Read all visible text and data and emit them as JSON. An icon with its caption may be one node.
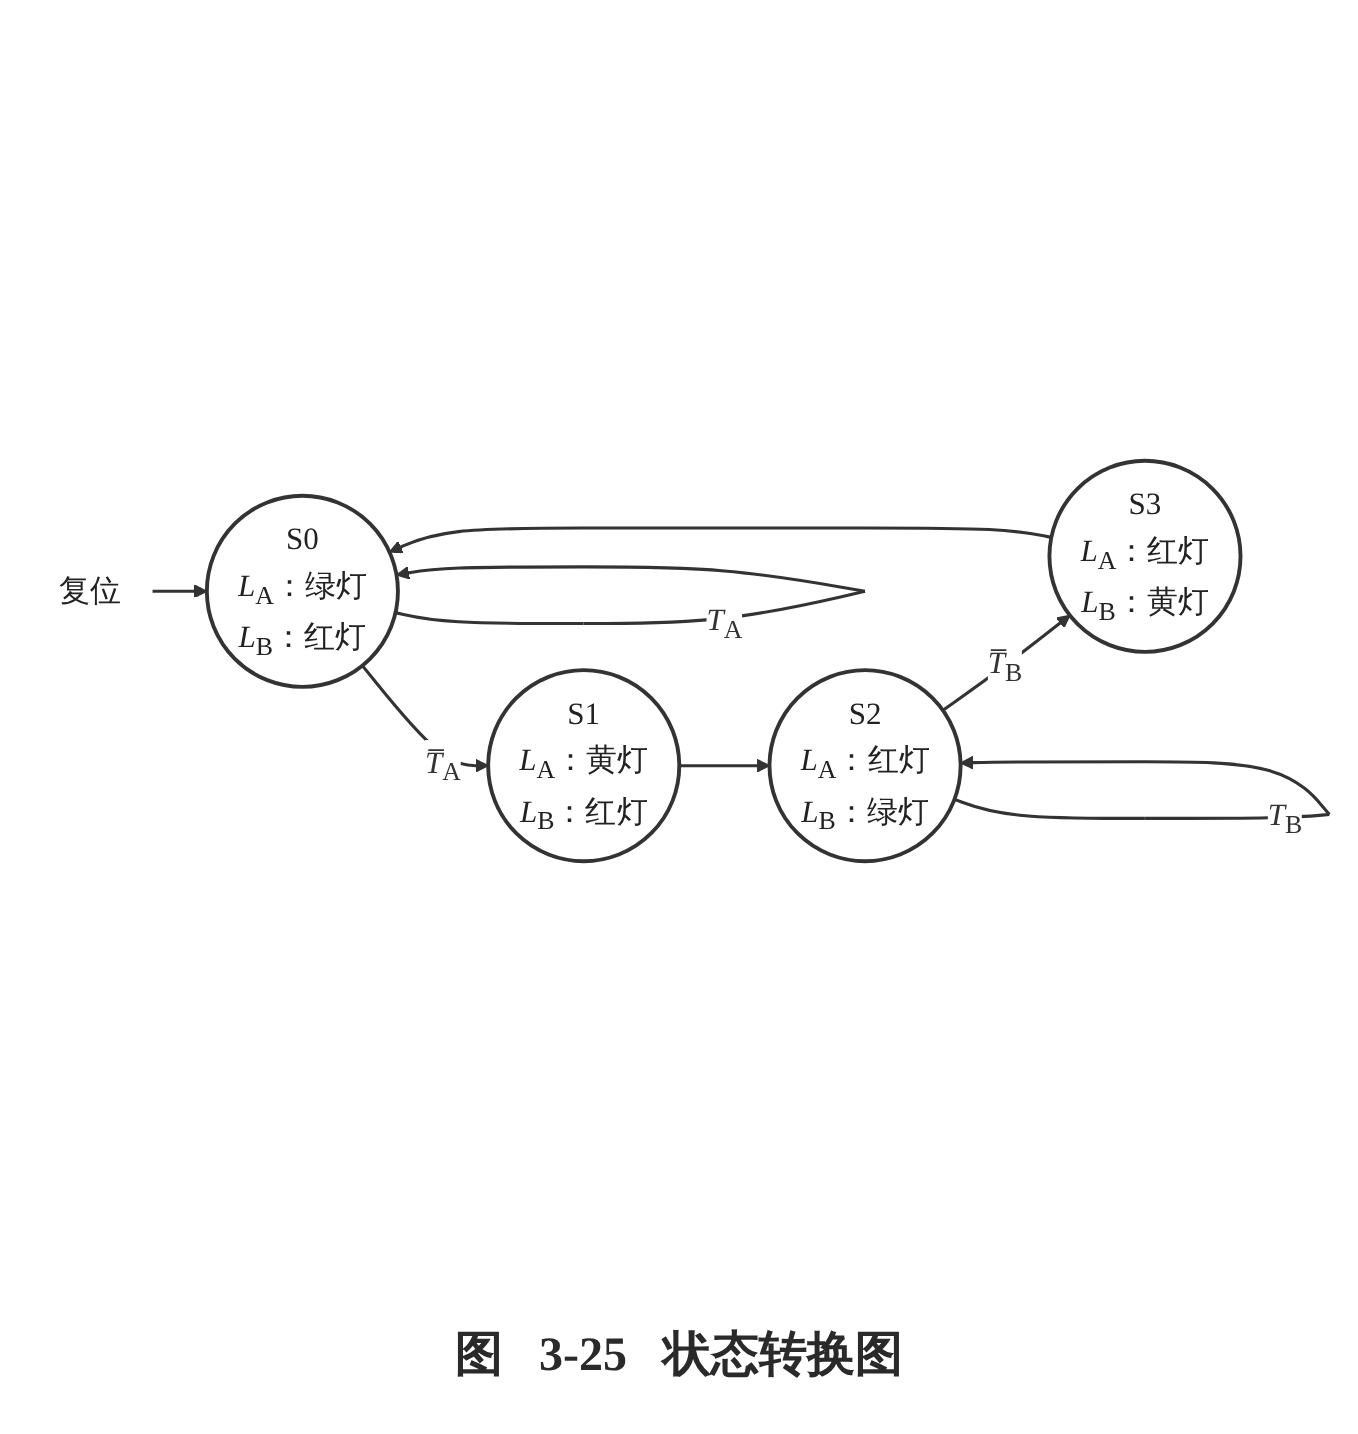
{
  "diagram": {
    "caption": "图 3-25 状态转换图",
    "nodes": [
      {
        "text": [
          "复位"
        ]
      },
      {
        "text": [
          "S0",
          "*L*$_{A}$：绿灯",
          "*L*$_{B}$：红灯"
        ]
      },
      {
        "text": [
          "S1",
          "*L*$_{A}$：黄灯",
          "*L*$_{B}$：红灯"
        ]
      },
      {
        "text": [
          "S3",
          "*L*$_{A}$：红灯",
          "*L*$_{B}$：黄灯"
        ]
      },
      {
        "text": [
          "S2",
          "*L*$_{A}$：红灯",
          "*L*$_{B}$：绿灯"
        ]
      }
    ],
    "edges": [
      {
        "from": 0,
        "to": 1,
        "arrow": "to"
      },
      {
        "from": 1,
        "to": 1,
        "arrow": "to",
        "label": "*T*$_{A}$"
      },
      {
        "from": 1,
        "to": 2,
        "arrow": "to",
        "label": "*T̅*$_{A}$"
      },
      {
        "from": 2,
        "to": 4,
        "arrow": "to"
      },
      {
        "from": 4,
        "to": 4,
        "arrow": "to",
        "label": "*T*$_{B}$"
      },
      {
        "from": 4,
        "to": 3,
        "arrow": "to",
        "label": "*T̅*$_{B}$"
      },
      {
        "from": 3,
        "to": 1,
        "arrow": "to"
      }
    ]
  }
}
